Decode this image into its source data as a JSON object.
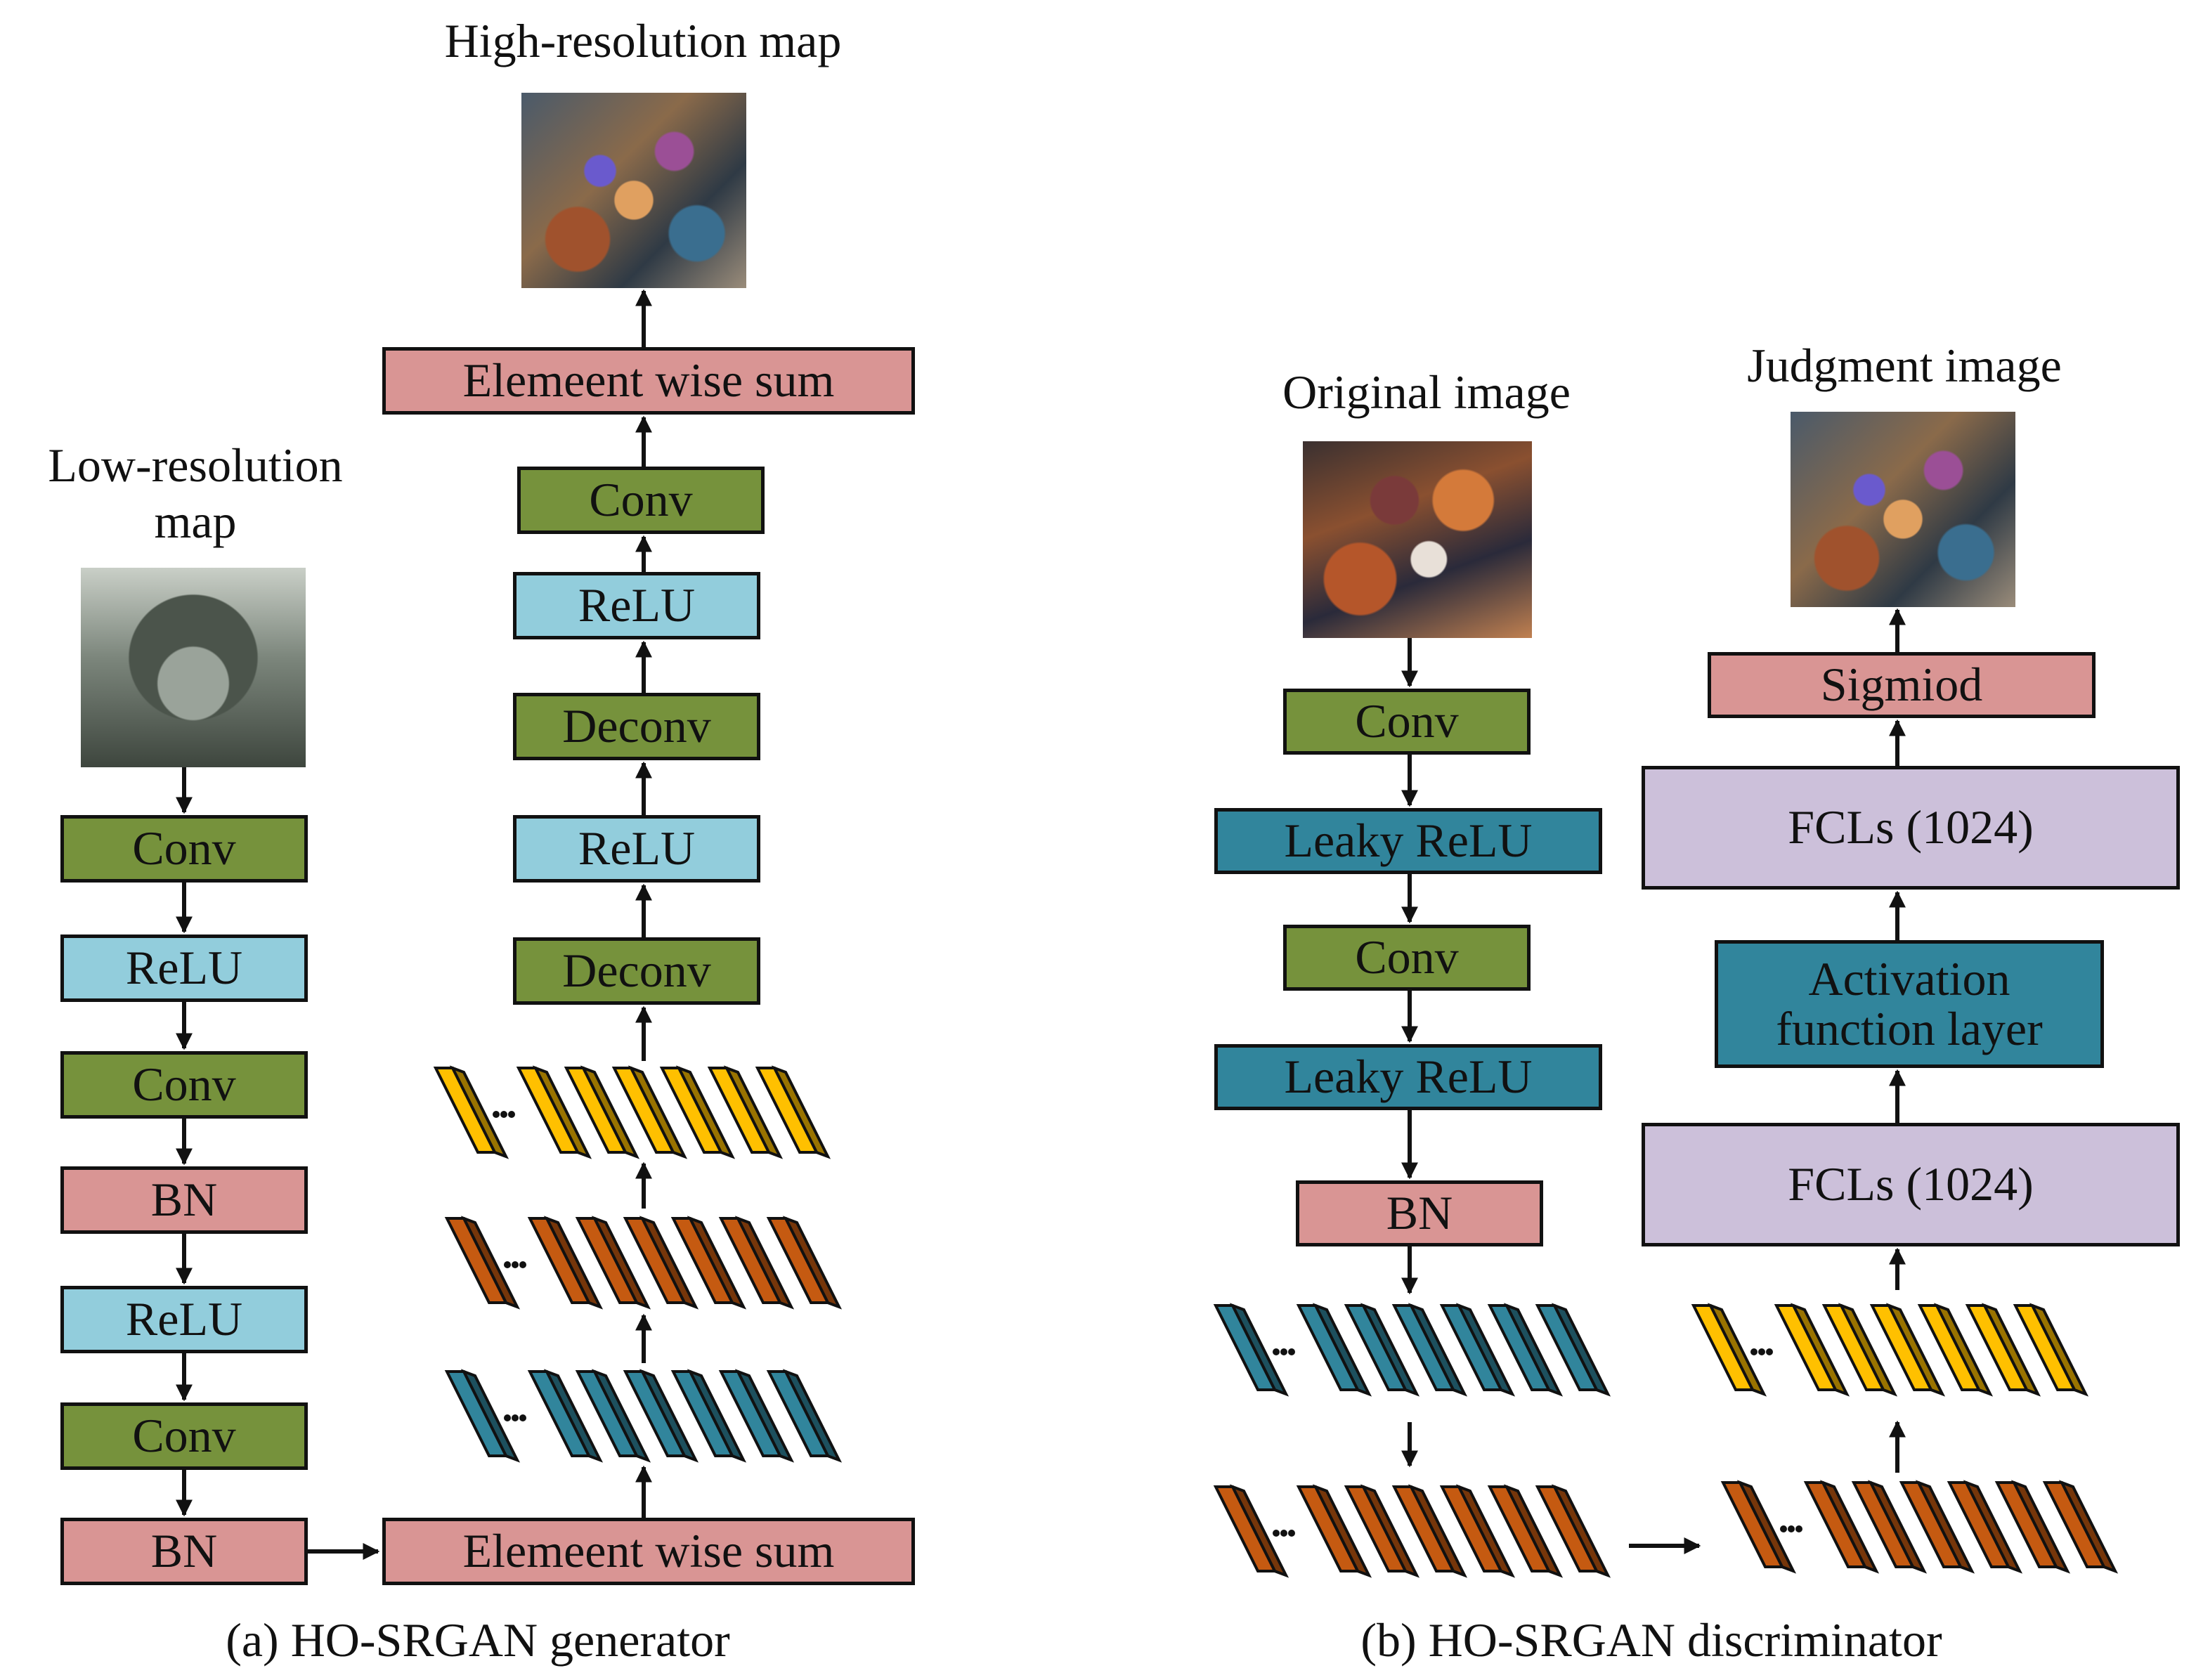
{
  "generator": {
    "caption": "(a) HO-SRGAN generator",
    "input_title": "Low-resolution\nmap",
    "output_title": "High-resolution map",
    "left_column": [
      "Conv",
      "ReLU",
      "Conv",
      "BN",
      "ReLU",
      "Conv",
      "BN"
    ],
    "sum_bottom": "Elemeent wise sum",
    "right_column": [
      "Deconv",
      "ReLU",
      "Deconv",
      "ReLU",
      "Conv"
    ],
    "sum_top": "Elemeent wise sum"
  },
  "discriminator": {
    "caption": "(b) HO-SRGAN discriminator",
    "input_title": "Original image",
    "output_title": "Judgment image",
    "left_column": [
      "Conv",
      "Leaky ReLU",
      "Conv",
      "Leaky ReLU",
      "BN"
    ],
    "fcl_lower": "FCLs (1024)",
    "activation_line1": "Activation",
    "activation_line2": "function layer",
    "fcl_upper": "FCLs (1024)",
    "sigmoid": "Sigmiod"
  },
  "colors": {
    "conv": "#76923c",
    "relu": "#92cddc",
    "bn": "#d99594",
    "leaky": "#31859c",
    "fcl": "#ccc0da",
    "feature_yellow": "#ffc000",
    "feature_orange": "#c55a11",
    "feature_teal": "#31859c"
  }
}
